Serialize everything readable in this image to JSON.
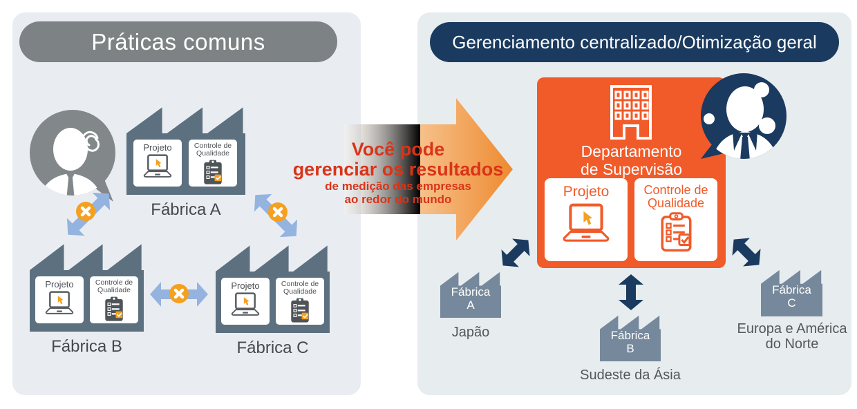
{
  "left_panel": {
    "title": "Práticas comuns",
    "factories": [
      {
        "name": "Fábrica A"
      },
      {
        "name": "Fábrica B"
      },
      {
        "name": "Fábrica C"
      }
    ]
  },
  "factory_cards": {
    "project": "Projeto",
    "quality_line1": "Controle de",
    "quality_line2": "Qualidade"
  },
  "center_arrow": {
    "headline_line1": "Você pode",
    "headline_line2": "gerenciar os resultados",
    "sub_line1": "de medição das empresas",
    "sub_line2": "ao redor do mundo"
  },
  "right_panel": {
    "title": "Gerenciamento centralizado/Otimização geral",
    "supervision_dept": {
      "line1": "Departamento",
      "line2": "de Supervisão"
    },
    "factories": [
      {
        "name_line1": "Fábrica",
        "name_line2": "A",
        "region": "Japão"
      },
      {
        "name_line1": "Fábrica",
        "name_line2": "B",
        "region": "Sudeste da Ásia"
      },
      {
        "name_line1": "Fábrica",
        "name_line2": "C",
        "region": "Europa e América do Norte"
      }
    ]
  },
  "colors": {
    "left_panel_bg": "#e9edf2",
    "right_panel_bg": "#e7ecef",
    "gray_pill": "#7d8384",
    "navy": "#1b3a5f",
    "orange_box": "#f15a29",
    "accent_orange": "#f5a01e",
    "headline_red": "#d93418",
    "factory_slate_left": "#5c7080",
    "factory_slate_right": "#76889b",
    "blue_link_arrow": "#94b3df"
  }
}
